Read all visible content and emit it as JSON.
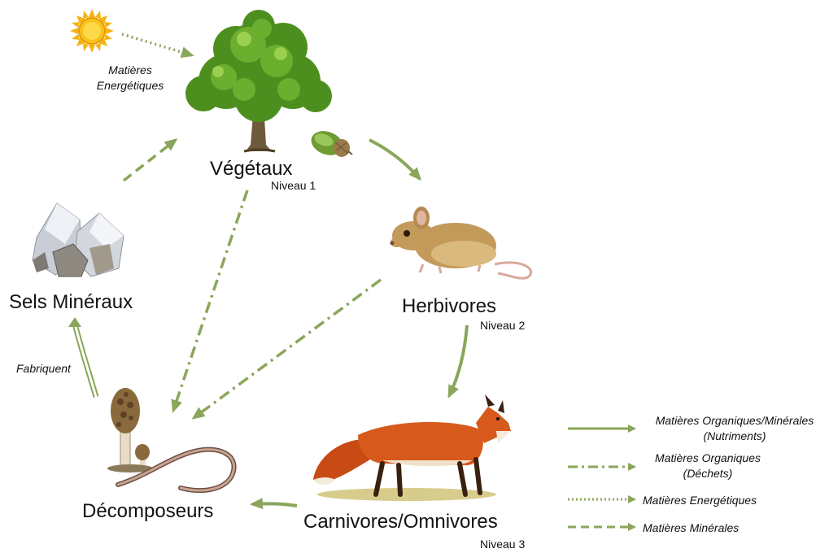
{
  "nodes": {
    "vegetaux": {
      "label": "Végétaux",
      "level": "Niveau 1",
      "image_icon": "oak-tree-icon",
      "extra_icon": "acorn-icon"
    },
    "herbivores": {
      "label": "Herbivores",
      "level": "Niveau 2",
      "image_icon": "mouse-icon"
    },
    "carnivores": {
      "label": "Carnivores/Omnivores",
      "level": "Niveau 3",
      "image_icon": "fox-icon"
    },
    "decomposeurs": {
      "label": "Décomposeurs",
      "image_icon": "mushroom-worm-icon"
    },
    "sels": {
      "label": "Sels Minéraux",
      "image_icon": "crystal-icon"
    }
  },
  "sun": {
    "icon": "sun-icon",
    "caption_line1": "Matières",
    "caption_line2": "Energétiques"
  },
  "fabriquent": "Fabriquent",
  "colors": {
    "arrow": "#8aa65a",
    "sun": "#f5b40c",
    "text": "#111111"
  },
  "legend": [
    {
      "style": "solid",
      "line1": "Matières Organiques/Minérales",
      "line2": "(Nutriments)"
    },
    {
      "style": "dashdot",
      "line1": "Matières Organiques",
      "line2": "(Déchets)"
    },
    {
      "style": "dotted",
      "line1": "Matières Energétiques",
      "line2": ""
    },
    {
      "style": "dashed",
      "line1": "Matières Minérales",
      "line2": ""
    }
  ]
}
